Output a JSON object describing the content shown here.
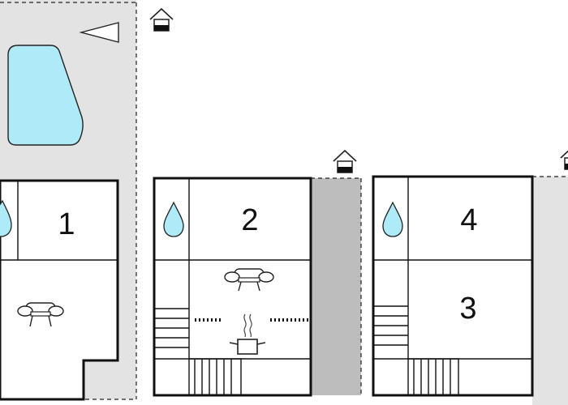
{
  "floorplan": {
    "rooms": [
      {
        "id": "room-1",
        "label": "1"
      },
      {
        "id": "room-2",
        "label": "2"
      },
      {
        "id": "room-3",
        "label": "3"
      },
      {
        "id": "room-4",
        "label": "4"
      }
    ],
    "colors": {
      "yard": "#e3e3e3",
      "patio": "#bdbdbd",
      "pool": "#aeeaf7",
      "drop": "#aeeaf7",
      "wall": "#111111"
    },
    "icons": [
      "pool",
      "north-arrow",
      "house-entrance-icon",
      "water-drop-icon",
      "sofa-icon",
      "stove-pot-icon",
      "staircase"
    ]
  }
}
